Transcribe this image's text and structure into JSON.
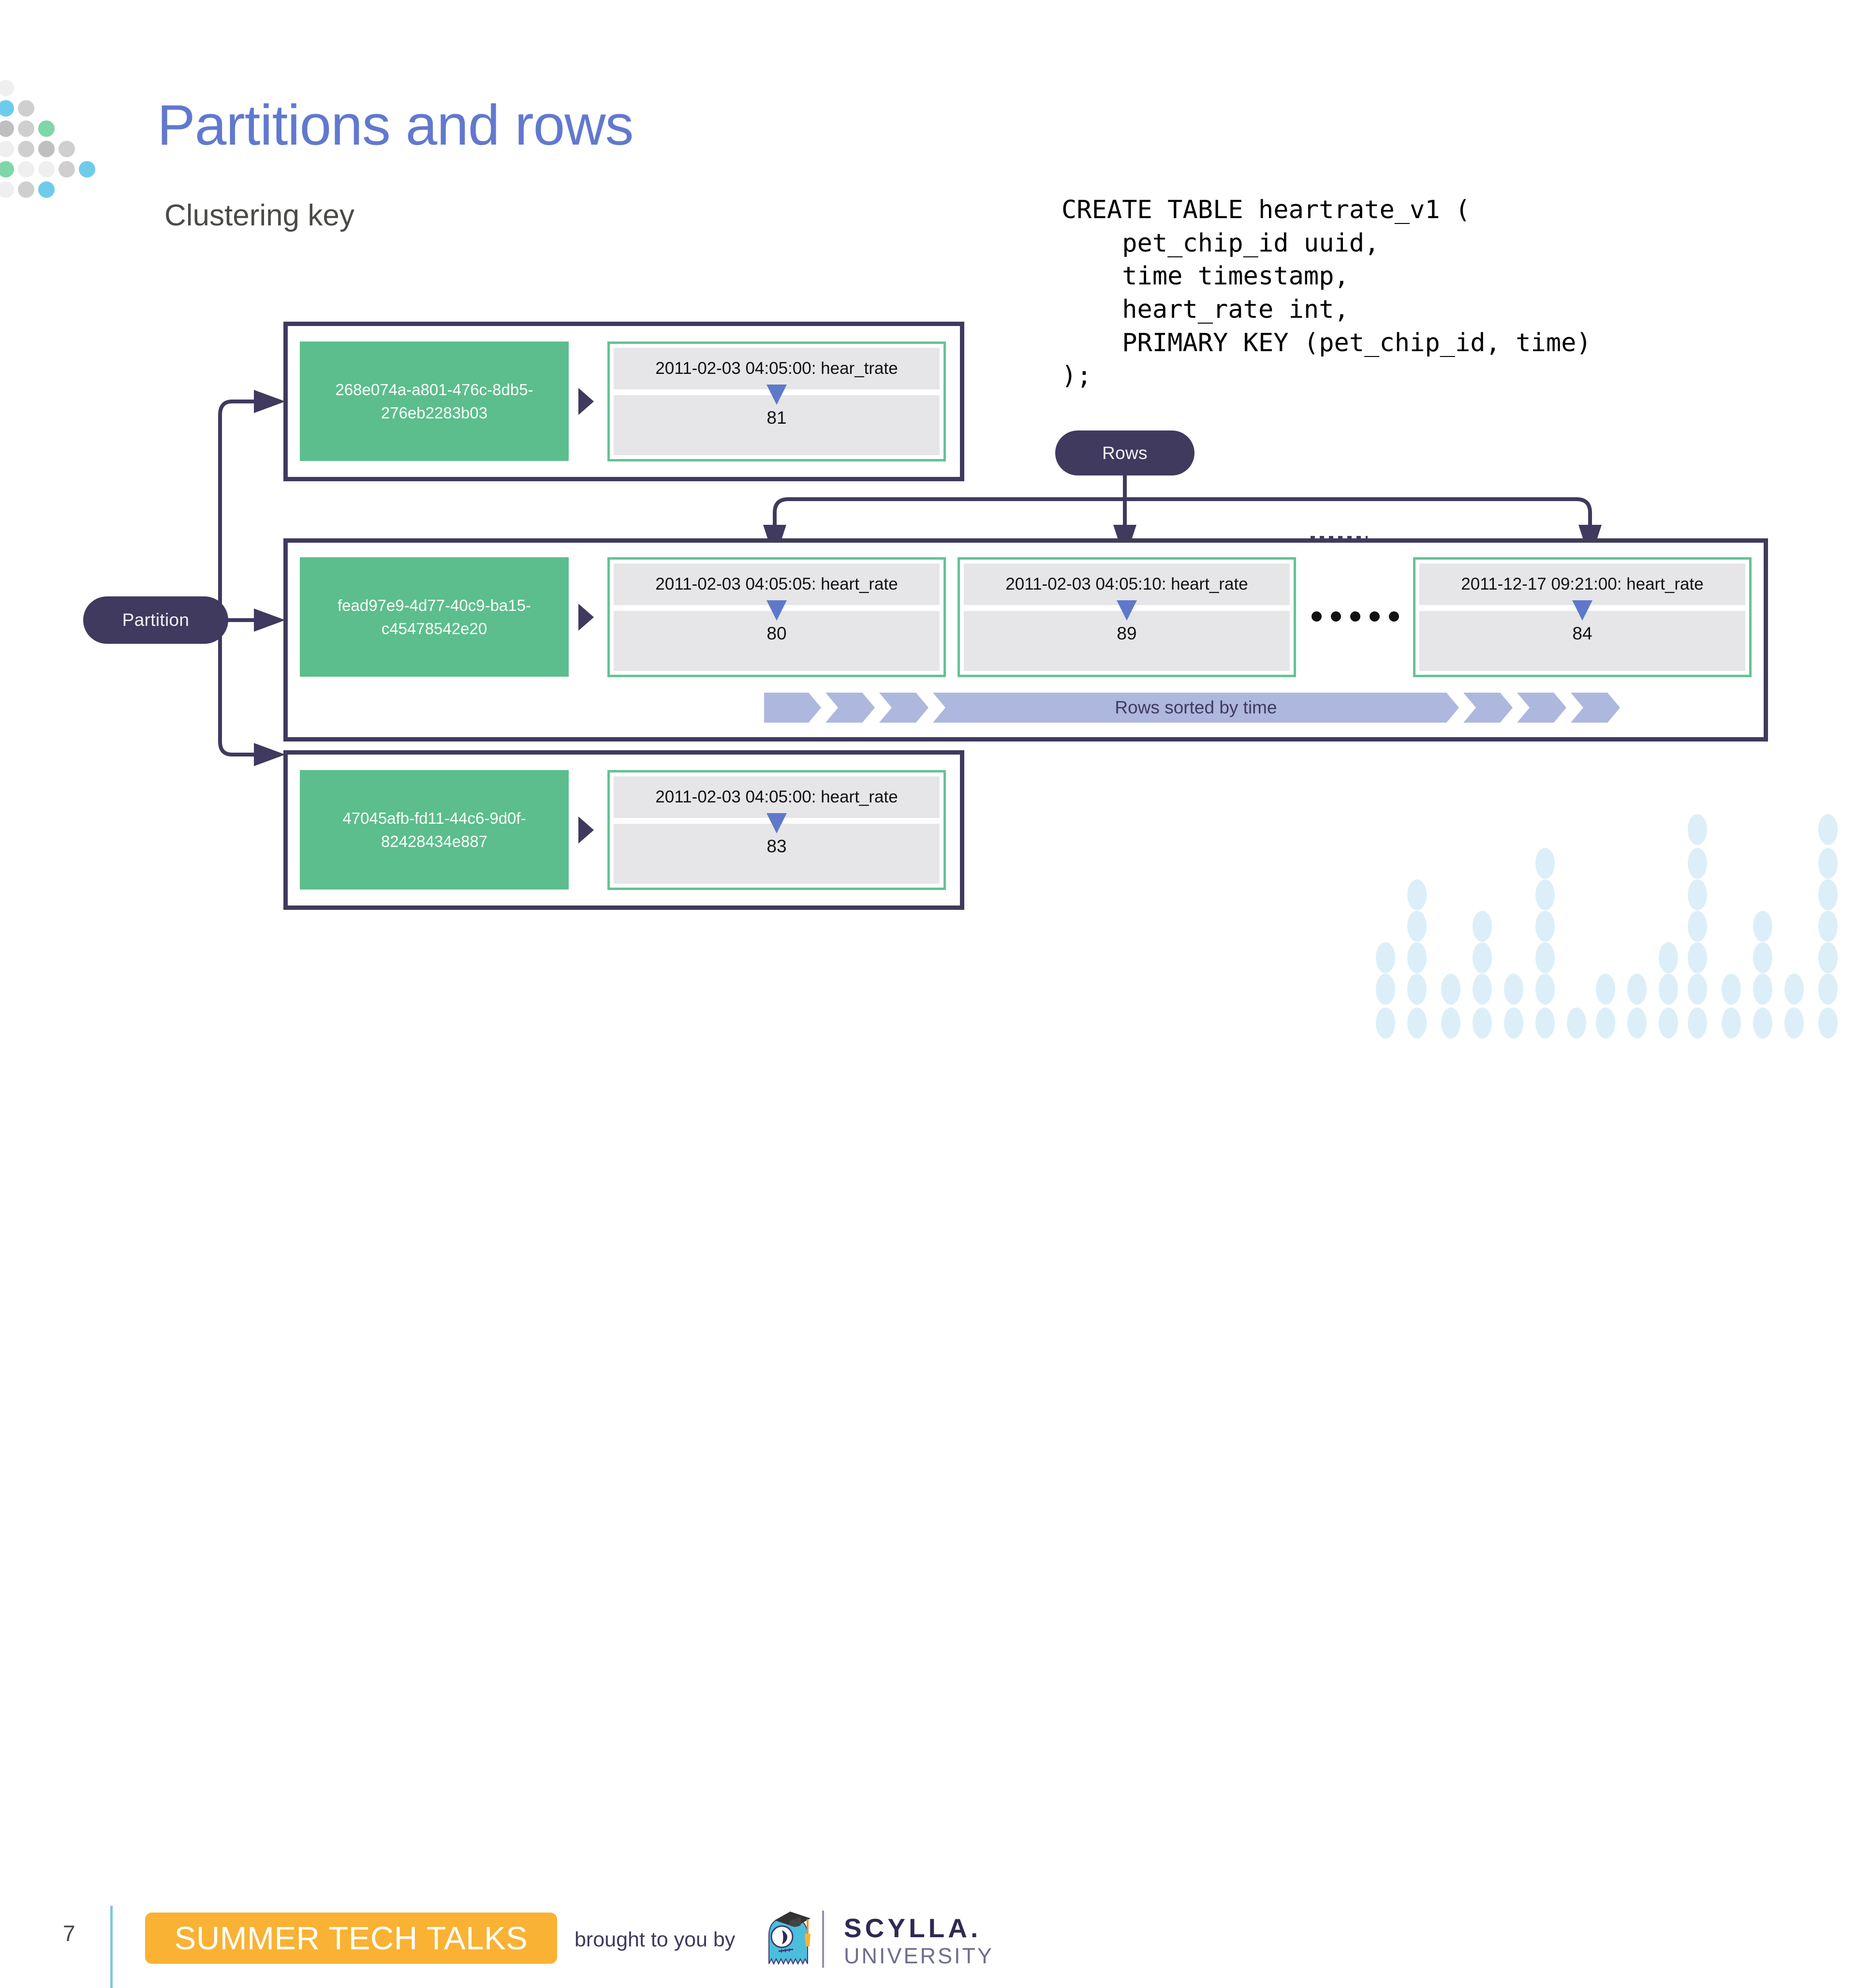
{
  "slide": {
    "title": "Partitions and rows",
    "subtitle": "Clustering key",
    "page_number": "7",
    "title_color": "#6179CE",
    "accent_green": "#5BBE8C",
    "accent_navy": "#3F3A5E",
    "accent_amber": "#F9B233",
    "accent_periwinkle": "#AEB7DE"
  },
  "cql": {
    "code": "CREATE TABLE heartrate_v1 (\n    pet_chip_id uuid,\n    time timestamp,\n    heart_rate int,\n    PRIMARY KEY (pet_chip_id, time)\n);"
  },
  "labels": {
    "partition": "Partition",
    "rows": "Rows",
    "rows_sorted": "Rows sorted by time"
  },
  "partitions": [
    {
      "key": "268e074a-a801-476c-8db5-276eb2283b03",
      "rows": [
        {
          "header": "2011-02-03 04:05:00: hear_trate",
          "value": "81"
        }
      ]
    },
    {
      "key": "fead97e9-4d77-40c9-ba15-c45478542e20",
      "rows": [
        {
          "header": "2011-02-03 04:05:05: heart_rate",
          "value": "80"
        },
        {
          "header": "2011-02-03 04:05:10: heart_rate",
          "value": "89"
        },
        {
          "header": "2011-12-17 09:21:00: heart_rate",
          "value": "84"
        }
      ]
    },
    {
      "key": "47045afb-fd11-44c6-9d0f-82428434e887",
      "rows": [
        {
          "header": "2011-02-03 04:05:00: heart_rate",
          "value": "83"
        }
      ]
    }
  ],
  "footer": {
    "page_number": "7",
    "badge": "SUMMER TECH TALKS",
    "brought_by": "brought to you by",
    "logo_primary": "SCYLLA.",
    "logo_secondary": "UNIVERSITY",
    "mascot_icon": "scylla-mascot-graduate-icon"
  }
}
